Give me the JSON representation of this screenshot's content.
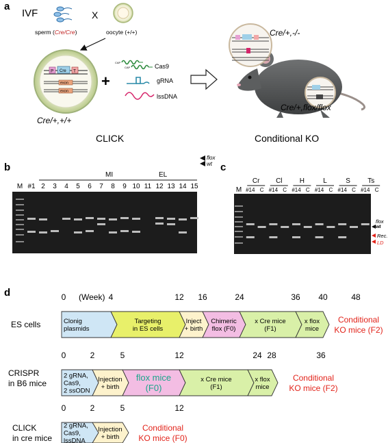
{
  "panel_a": {
    "label": "a",
    "ivf": "IVF",
    "cross": "X",
    "sperm": "sperm (",
    "sperm_geno": "Cre/Cre",
    "sperm_end": ")",
    "oocyte": "oocyte (+/+)",
    "cas9": "Cas9",
    "grna": "gRNA",
    "lssdna": "lssDNA",
    "plus": "+",
    "zygote_p": "P",
    "zygote_cre": "Cre",
    "zygote_t": "T",
    "exon1": "exon",
    "exon2": "exon",
    "cap1": "CAP",
    "cap2": "CAP",
    "zygote_genotype": "Cre/+,+/+",
    "mouse_genotype_top": "Cre/+,-/-",
    "mouse_genotype_bottom": "Cre/+,flox/flox",
    "left_title": "CLICK",
    "right_title": "Conditional KO"
  },
  "panel_b": {
    "label": "b",
    "group1": "MI",
    "group2": "EL",
    "lanes": [
      "M",
      "#1",
      "2",
      "3",
      "4",
      "5",
      "6",
      "7",
      "8",
      "9",
      "10",
      "11",
      "12",
      "13",
      "14",
      "15"
    ],
    "marker_flox": "flox",
    "marker_wt": "wt"
  },
  "panel_c": {
    "label": "c",
    "tissues": [
      "Cr",
      "Cl",
      "H",
      "L",
      "S",
      "Ts"
    ],
    "lanes": [
      "M",
      "#14",
      "C",
      "#14",
      "C",
      "#14",
      "C",
      "#14",
      "C",
      "#14",
      "C",
      "#14",
      "C"
    ],
    "marker_flox": "flox",
    "marker_wt": "wt",
    "marker_rec": "Rec.",
    "marker_ld": "LD"
  },
  "panel_d": {
    "label": "d",
    "rows": [
      {
        "title": [
          "ES cells"
        ],
        "ticks": [
          "0",
          "(Week)",
          "4",
          "12",
          "16",
          "24",
          "36",
          "40",
          "48"
        ],
        "segments": [
          {
            "text": [
              "Clonig",
              "plasmids"
            ],
            "color": "#cfe6f5"
          },
          {
            "text": [
              "Targeting",
              "in ES cells"
            ],
            "color": "#e8f06a"
          },
          {
            "text": [
              "Inject",
              "+ birth"
            ],
            "color": "#fdf2cc"
          },
          {
            "text": [
              "Chimeric",
              "flox (F0)"
            ],
            "color": "#f3bde3"
          },
          {
            "text": [
              "x Cre mice",
              "(F1)"
            ],
            "color": "#d9f0a8"
          },
          {
            "text": [
              "x flox",
              "mice"
            ],
            "color": "#d9f0a8"
          }
        ],
        "result": [
          "Conditional",
          "KO mice (F2)"
        ]
      },
      {
        "title": [
          "CRISPR",
          "in B6 mice"
        ],
        "ticks": [
          "0",
          "2",
          "5",
          "12",
          "24",
          "28",
          "36"
        ],
        "segments": [
          {
            "text": [
              "2 gRNA,",
              "Cas9,",
              "2 ssODN"
            ],
            "color": "#cfe6f5"
          },
          {
            "text": [
              "Injection",
              "+ birth"
            ],
            "color": "#fdf2cc"
          },
          {
            "text": [
              "flox mice",
              "(F0)"
            ],
            "color": "#f3bde3"
          },
          {
            "text": [
              "x Cre mice",
              "(F1)"
            ],
            "color": "#d9f0a8"
          },
          {
            "text": [
              "x flox",
              "mice"
            ],
            "color": "#d9f0a8"
          }
        ],
        "result": [
          "Conditional",
          "KO mice (F2)"
        ]
      },
      {
        "title": [
          "CLICK",
          "in cre mice"
        ],
        "ticks": [
          "0",
          "2",
          "5",
          "12"
        ],
        "segments": [
          {
            "text": [
              "2 gRNA,",
              "Cas9,",
              "lssDNA"
            ],
            "color": "#cfe6f5"
          },
          {
            "text": [
              "Injection",
              "+ birth"
            ],
            "color": "#fdf2cc"
          }
        ],
        "result": [
          "Conditional",
          "KO mice (F0)"
        ]
      }
    ]
  },
  "colors": {
    "result_red": "#e2231a",
    "flox_mice_green": "#1aa58a",
    "gel_background": "#1c1c1c",
    "band": "#bdbdbd"
  }
}
